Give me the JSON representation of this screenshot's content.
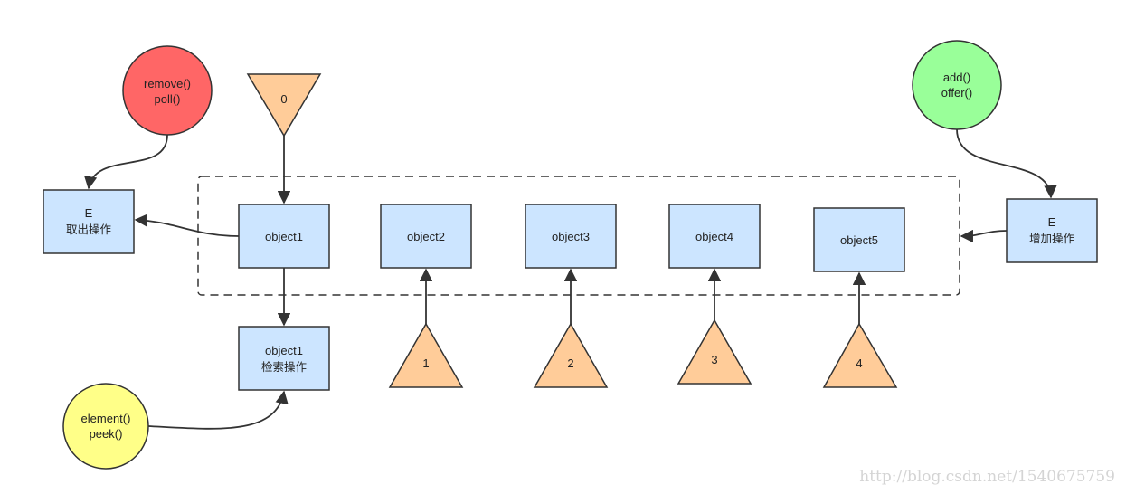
{
  "colors": {
    "box_fill": "#cce5ff",
    "box_stroke": "#333333",
    "triangle_fill": "#ffcc99",
    "remove_fill": "#ff6666",
    "add_fill": "#99ff99",
    "element_fill": "#ffff88"
  },
  "queue": {
    "objects": [
      "object1",
      "object2",
      "object3",
      "object4",
      "object5"
    ]
  },
  "pointers": {
    "head": "0",
    "indices": [
      "1",
      "2",
      "3",
      "4"
    ]
  },
  "remove_op": {
    "methods": [
      "remove()",
      "poll()"
    ],
    "box": [
      "E",
      "取出操作"
    ]
  },
  "add_op": {
    "methods": [
      "add()",
      "offer()"
    ],
    "box": [
      "E",
      "增加操作"
    ]
  },
  "element_op": {
    "methods": [
      "element()",
      "peek()"
    ],
    "box": [
      "object1",
      "检索操作"
    ]
  },
  "watermark": "http://blog.csdn.net/1540675759"
}
